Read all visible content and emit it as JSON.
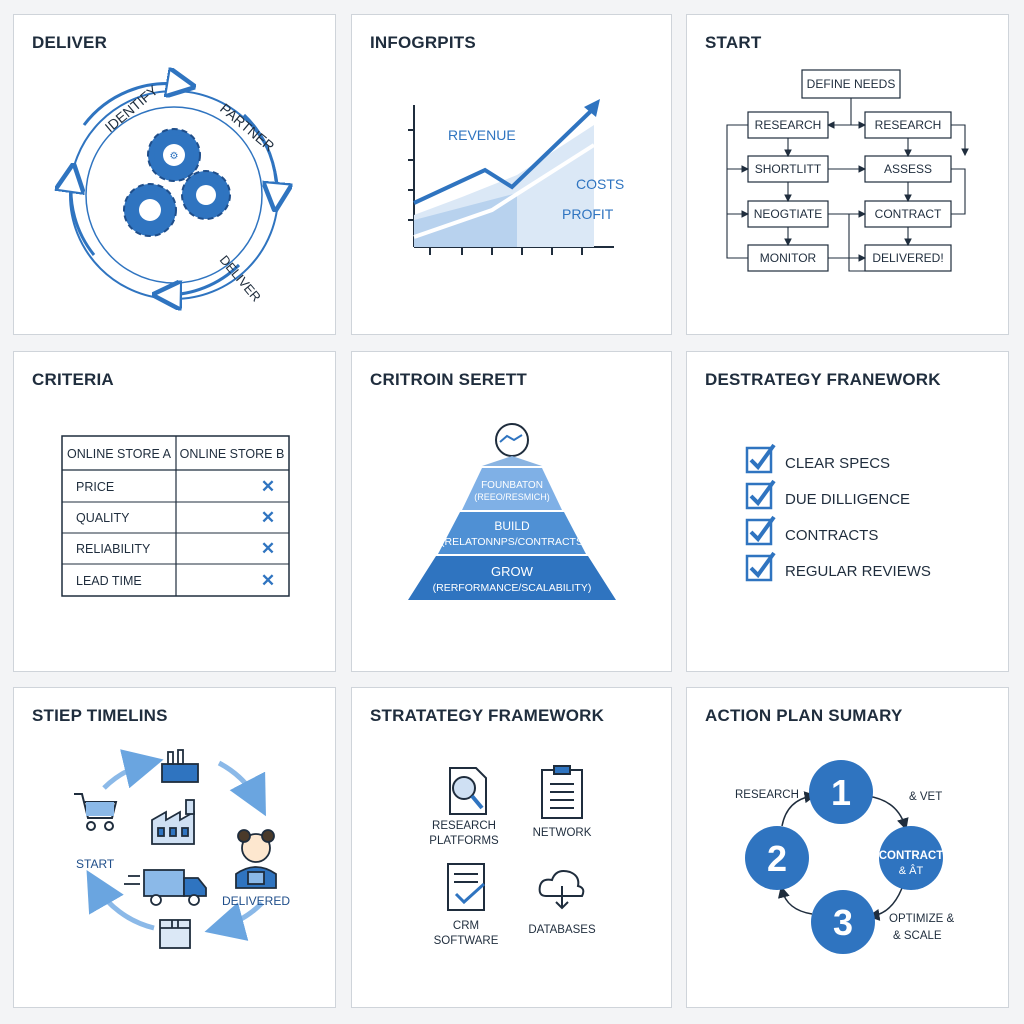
{
  "colors": {
    "accent": "#2f74c0",
    "dark": "#1f4e8a",
    "light": "#dbe8f6",
    "text": "#1f2d3d"
  },
  "panels": {
    "deliver": {
      "title": "DELIVER",
      "labels": {
        "identify": "IDENTIFY",
        "partner": "PARTNER",
        "deliver": "DELIVER"
      }
    },
    "infographs": {
      "title": "INFOGRPITS",
      "labels": {
        "revenue": "REVENUE",
        "costs": "COSTS",
        "profit": "PROFIT"
      }
    },
    "start": {
      "title": "START",
      "boxes": {
        "define": "DEFINE NEEDS",
        "research_left": "RESEARCH",
        "research_right": "RESEARCH",
        "shortlist": "SHORTLITT",
        "assess": "ASSESS",
        "negotiate": "NEOGTIATE",
        "contract": "CONTRACT",
        "monitor": "MONITOR",
        "delivered": "DELIVERED!"
      }
    },
    "criteria": {
      "title": "CRITERIA",
      "headers": [
        "ONLINE STORE A",
        "ONLINE STORE B"
      ],
      "rows": [
        "PRICE",
        "QUALITY",
        "RELIABILITY",
        "LEAD TIME"
      ],
      "mark": "✕"
    },
    "pyramid": {
      "title": "CRITROIN SERETT",
      "tiers": [
        {
          "name": "FOUNBATON",
          "sub": "(REEO/RESMICH)"
        },
        {
          "name": "BUILD",
          "sub": "(RELATONNPS/CONTRACTS"
        },
        {
          "name": "GROW",
          "sub": "(RERFORMANCE/SCALABILITY)"
        }
      ]
    },
    "checklist": {
      "title": "DESTRATEGY FRANEWORK",
      "items": [
        "CLEAR SPECS",
        "DUE DILLIGENCE",
        "CONTRACTS",
        "REGULAR REVIEWS"
      ]
    },
    "timeline": {
      "title": "STIEP TIMELINS",
      "labels": {
        "start": "START",
        "delivered": "DELIVERED"
      }
    },
    "framework": {
      "title": "STRATATEGY FRAMEWORK",
      "items": {
        "research_line1": "RESEARCH",
        "research_line2": "PLATFORMS",
        "network": "NETWORK",
        "crm_line1": "CRM",
        "crm_line2": "SOFTWARE",
        "databases": "DATABASES"
      }
    },
    "action": {
      "title": "ACTION PLAN SUMARY",
      "steps": [
        "1",
        "2",
        "3"
      ],
      "labels": {
        "research": "RESEARCH",
        "vet": "& VET",
        "contract_line1": "CONTRACT",
        "contract_line2": "& ÂT",
        "optimize_line1": "OPTIMIZE &",
        "optimize_line2": "& SCALE"
      }
    }
  }
}
